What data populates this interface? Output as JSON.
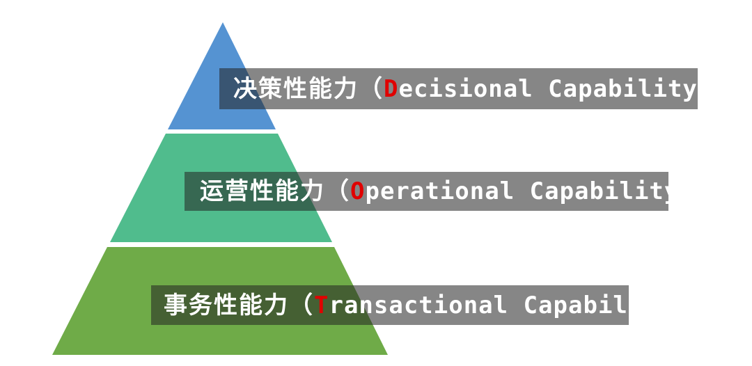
{
  "page": {
    "background_color": "#ffffff"
  },
  "pyramid": {
    "type": "three-level capability pyramid",
    "banner_color": "rgba(35,35,35,0.55)",
    "banner_gray_over_white": "#868686",
    "accent_red": "#e00000",
    "text_color": "#ffffff",
    "levels": [
      {
        "name": "decisional",
        "position": "top",
        "color": "#5593D2",
        "label_zh": "决策性能力",
        "paren_open": "（",
        "label_first_letter": "D",
        "label_rest": "ecisional Capability",
        "paren_close": "）",
        "full_label": "决策性能力（Decisional Capability）"
      },
      {
        "name": "operational",
        "position": "middle",
        "color": "#50BC8D",
        "label_zh": "运营性能力",
        "paren_open": "（",
        "label_first_letter": "O",
        "label_rest": "perational Capability",
        "paren_close": "）",
        "full_label": "运营性能力（Operational Capability）"
      },
      {
        "name": "transactional",
        "position": "bottom",
        "color": "#6FAB48",
        "label_zh": "事务性能力",
        "paren_open": "（",
        "label_first_letter": "T",
        "label_rest": "ransactional Capability",
        "paren_close": "）",
        "full_label": "事务性能力（Transactional Capability）"
      }
    ]
  }
}
